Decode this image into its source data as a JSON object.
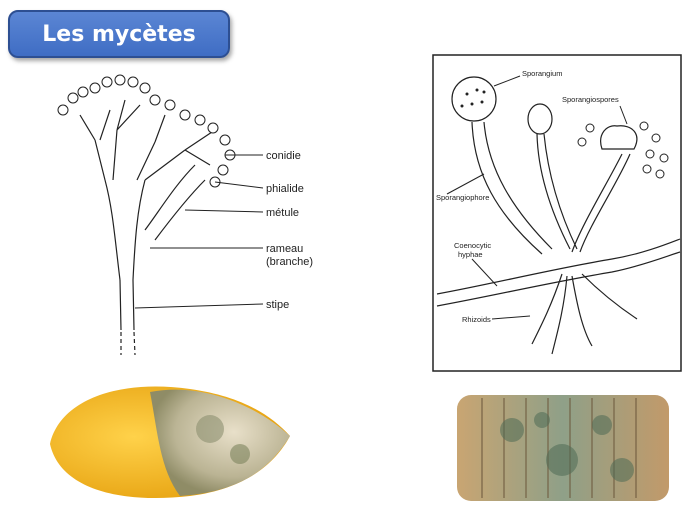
{
  "title": "Les mycètes",
  "penicillium": {
    "labels": [
      "conidie",
      "phialide",
      "métule",
      "rameau",
      "(branche)",
      "stipe"
    ]
  },
  "rhizopus": {
    "labels": [
      "Sporangium",
      "Sporangiospores",
      "Sporangiophore",
      "Coenocytic",
      "hyphae",
      "Rhizoids"
    ]
  },
  "photos": {
    "lemon": "moldy-lemon-photo",
    "bread": "moldy-bread-photo"
  }
}
